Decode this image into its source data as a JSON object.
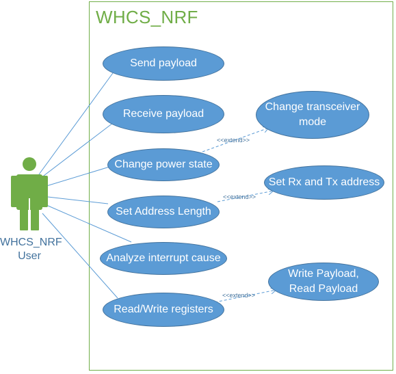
{
  "system": {
    "title": "WHCS_NRF"
  },
  "actor": {
    "name_line1": "WHCS_NRF",
    "name_line2": "User",
    "color": "#70ad47"
  },
  "use_cases": {
    "send_payload": "Send payload",
    "receive_payload": "Receive payload",
    "change_power_state": "Change power state",
    "set_address_length": "Set Address Length",
    "analyze_interrupt_cause": "Analyze interrupt cause",
    "read_write_registers": "Read/Write registers",
    "change_transceiver_mode": "Change transceiver\nmode",
    "set_rx_tx_address": "Set Rx and Tx address",
    "write_read_payload": "Write Payload,\nRead Payload"
  },
  "relations": {
    "extend_label": "<<extend>>"
  },
  "colors": {
    "usecase_fill": "#5b9bd5",
    "usecase_border": "#41719c",
    "boundary": "#70ad47",
    "line": "#5b9bd5"
  }
}
